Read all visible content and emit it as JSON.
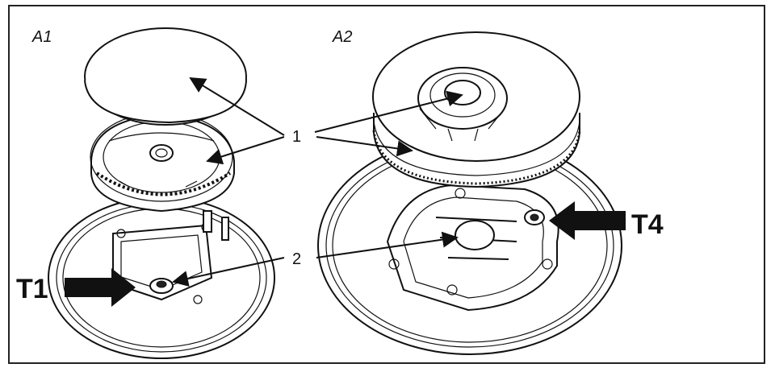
{
  "labels": {
    "a1": "A1",
    "a2": "A2",
    "callout_1": "1",
    "callout_2": "2",
    "t1": "T1",
    "t4": "T4"
  },
  "colors": {
    "line": "#111111",
    "background": "#ffffff"
  }
}
